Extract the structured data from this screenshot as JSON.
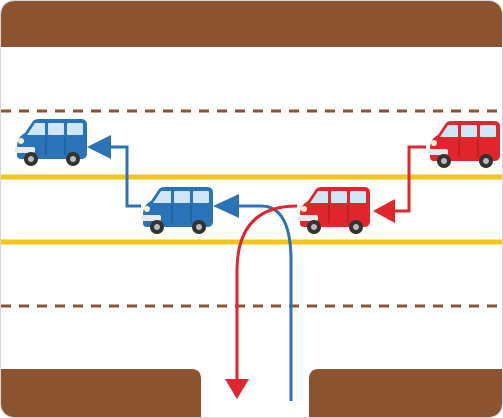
{
  "diagram": {
    "description_labels": [],
    "colors": {
      "ground": "#8b5330",
      "road_surface": "#ffffff",
      "lane_dash": "#8b5330",
      "center_line": "#f5c518",
      "blue_car": "#2a73b8",
      "red_car": "#e0262c",
      "blue_path": "#2a73b8",
      "red_path": "#e0262c"
    },
    "vehicles": [
      {
        "id": "blue-car-left",
        "color": "blue"
      },
      {
        "id": "blue-car-middle",
        "color": "blue"
      },
      {
        "id": "red-car-middle",
        "color": "red"
      },
      {
        "id": "red-car-right",
        "color": "red"
      }
    ],
    "paths": [
      {
        "id": "blue-uturn-path",
        "color": "blue"
      },
      {
        "id": "blue-lane-change-path",
        "color": "blue"
      },
      {
        "id": "red-turn-path",
        "color": "red"
      },
      {
        "id": "red-lane-change-path",
        "color": "red"
      }
    ]
  }
}
